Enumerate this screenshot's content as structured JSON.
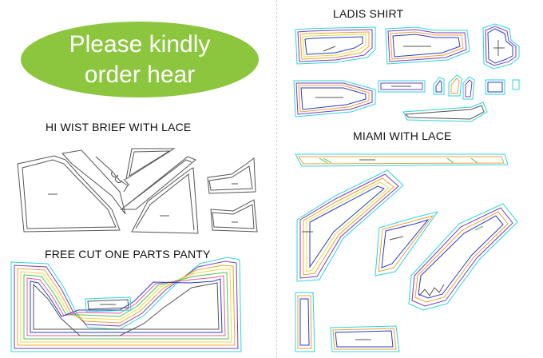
{
  "badge": {
    "line1": "Please kindly",
    "line2": "order hear"
  },
  "sections": {
    "ladies_shirt": "LADIS SHIRT",
    "hi_wist_brief": "HI WIST BRIEF WITH LACE",
    "miami": "MIAMI  WITH LACE",
    "free_cut": "FREE CUT ONE PARTS PANTY"
  },
  "colors": {
    "badge": "#8cc63e",
    "outline": "#555555",
    "cyan": "#2ad4e0",
    "purple": "#7a3db8",
    "orange": "#f0a030",
    "yellow": "#e8d840",
    "green": "#4cc24c",
    "blue": "#2a3cc8",
    "pink": "#e05aa0"
  }
}
